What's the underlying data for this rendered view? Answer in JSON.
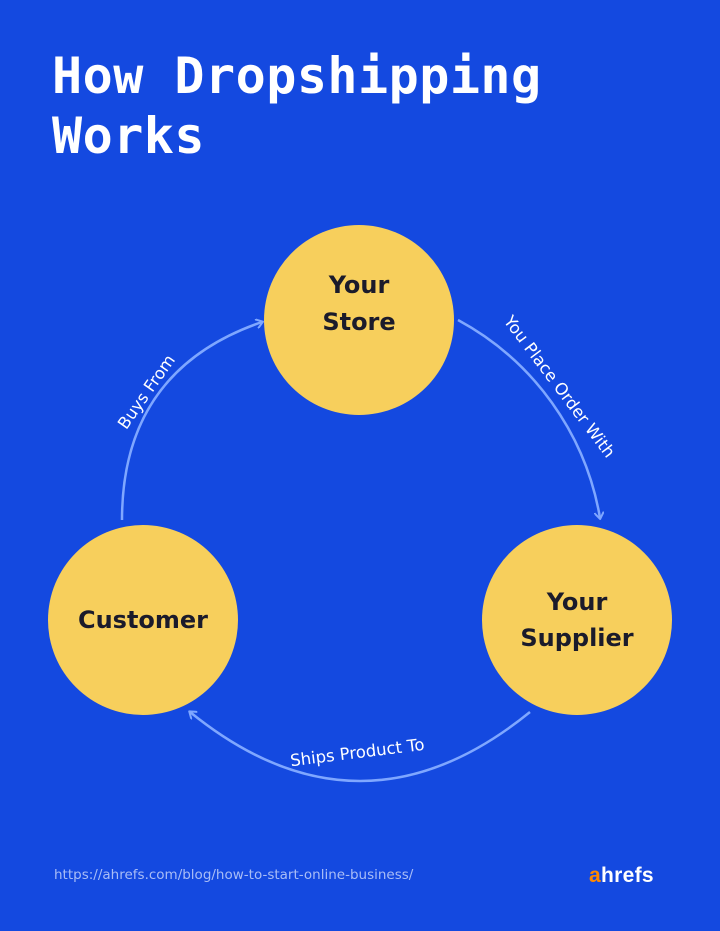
{
  "title": {
    "line1": "How Dropshipping",
    "line2": "Works"
  },
  "nodes": {
    "store": {
      "line1": "Your",
      "line2": "Store"
    },
    "supplier": {
      "line1": "Your",
      "line2": "Supplier"
    },
    "customer": {
      "label": "Customer"
    }
  },
  "edges": {
    "store_to_supplier": "You Place Order With",
    "supplier_to_customer": "Ships Product To",
    "customer_to_store": "Buys From"
  },
  "footer": {
    "url": "https://ahrefs.com/blog/how-to-start-online-business/",
    "brand_accent": "a",
    "brand_rest": "hrefs"
  },
  "colors": {
    "background": "#1449e0",
    "node_fill": "#f7cf5c",
    "arrow": "#7fa7ff",
    "brand_accent": "#ff8800"
  },
  "icons": [
    "arrow-head-icon"
  ]
}
